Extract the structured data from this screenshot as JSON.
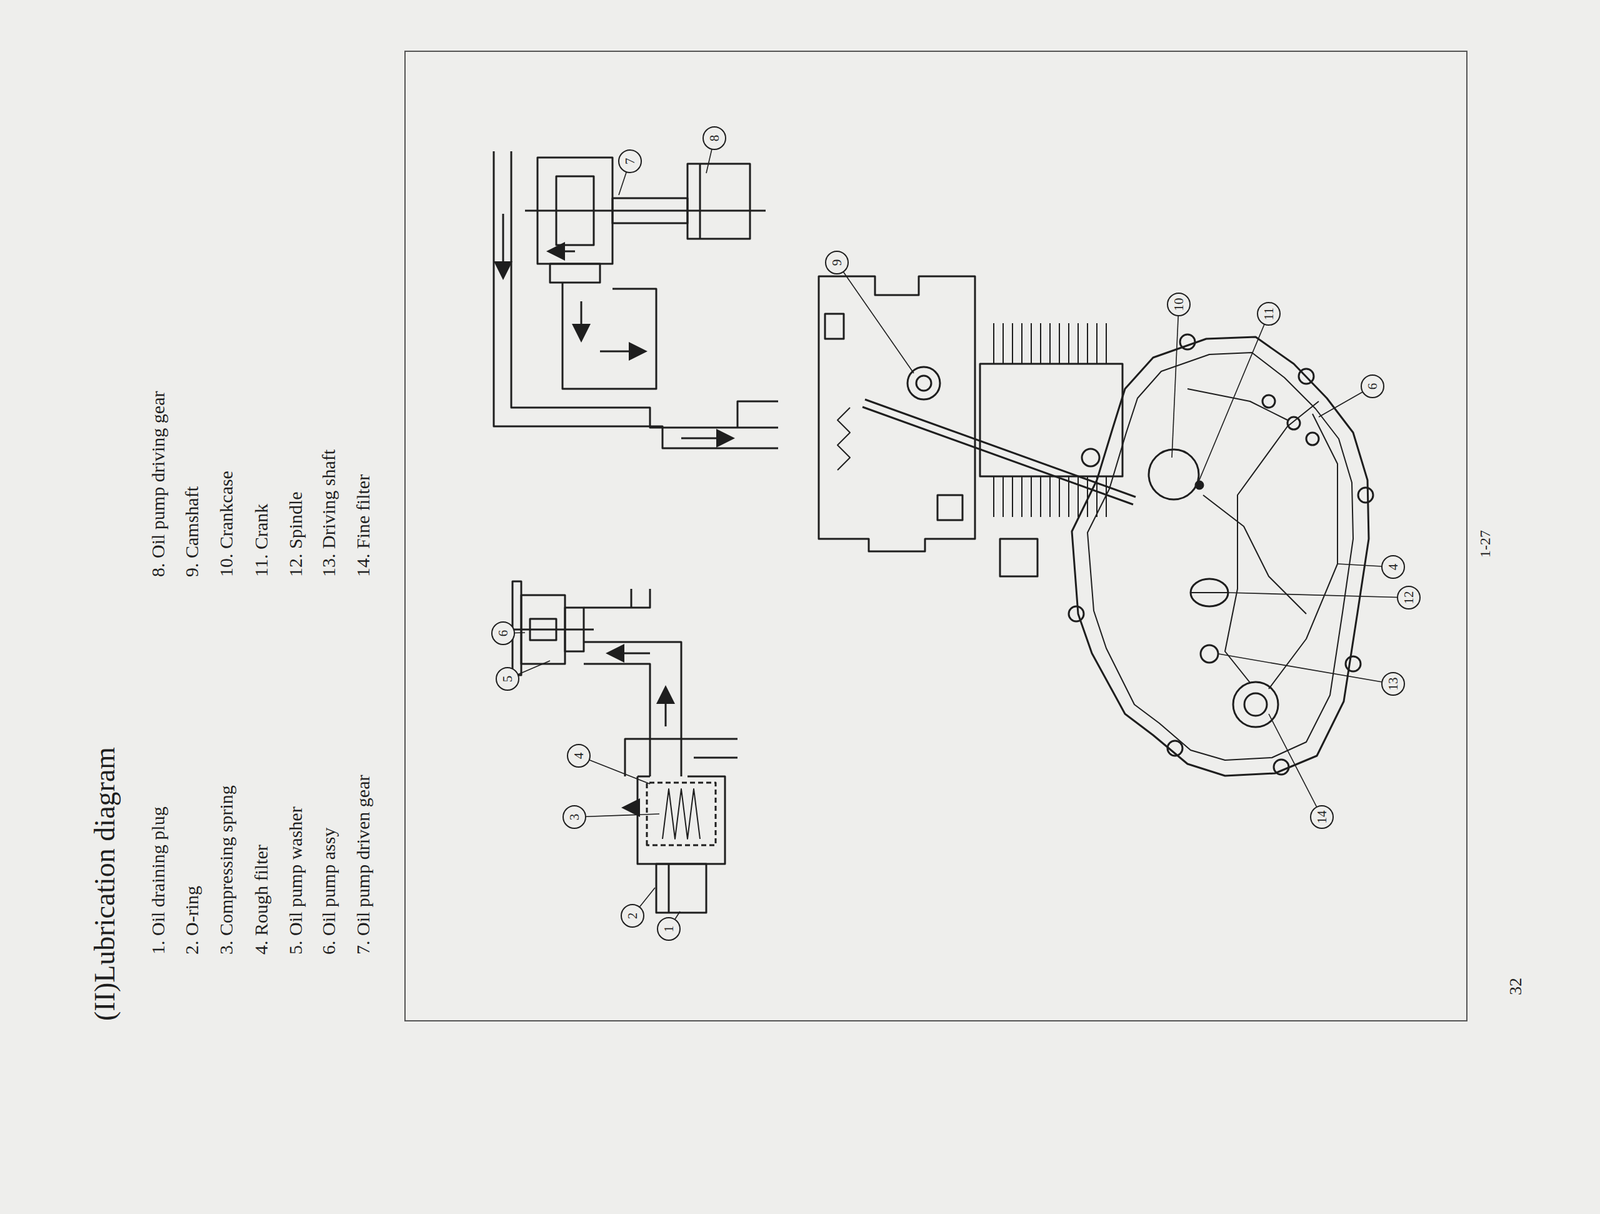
{
  "diagram": {
    "title": "(II)Lubrication diagram",
    "nodes": [
      {
        "text": [
          "1"
        ]
      },
      {
        "text": [
          "2"
        ]
      },
      {
        "text": [
          "3"
        ]
      },
      {
        "text": [
          "4"
        ]
      },
      {
        "text": [
          "5"
        ]
      },
      {
        "text": [
          "6"
        ]
      },
      {
        "text": [
          "7"
        ]
      },
      {
        "text": [
          "8"
        ]
      },
      {
        "text": [
          "9"
        ]
      },
      {
        "text": [
          "10"
        ]
      },
      {
        "text": [
          "11"
        ]
      },
      {
        "text": [
          "12"
        ]
      },
      {
        "text": [
          "13"
        ]
      },
      {
        "text": [
          "14"
        ]
      },
      {
        "text": [
          "4"
        ]
      },
      {
        "text": [
          "6"
        ]
      }
    ],
    "labels": [
      "1. Oil draining plug",
      "2. O-ring",
      "3. Compressing spring",
      "4. Rough filter",
      "5. Oil pump washer",
      "6. Oil pump assy",
      "7. Oil pump driven gear",
      "8. Oil pump driving gear",
      "9. Camshaft",
      "10. Crankcase",
      "11. Crank",
      "12. Spindle",
      "13. Driving shaft",
      "14. Fine filter",
      "1-27",
      "32"
    ]
  }
}
